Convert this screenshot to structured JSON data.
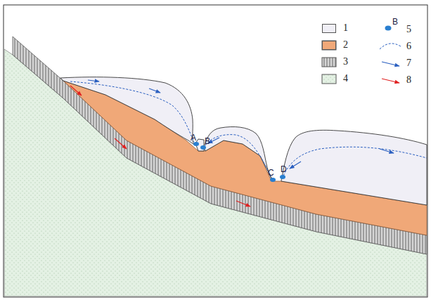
{
  "diagram": {
    "labels": [
      "A",
      "B",
      "C",
      "D",
      "B"
    ],
    "legend": [
      {
        "text": "1",
        "color": "#f0eff6"
      },
      {
        "text": "2",
        "color": "#f0a878"
      },
      {
        "text": "3"
      },
      {
        "text": "4"
      },
      {
        "text": "5"
      },
      {
        "text": "6"
      },
      {
        "text": "7"
      },
      {
        "text": "8"
      }
    ]
  }
}
